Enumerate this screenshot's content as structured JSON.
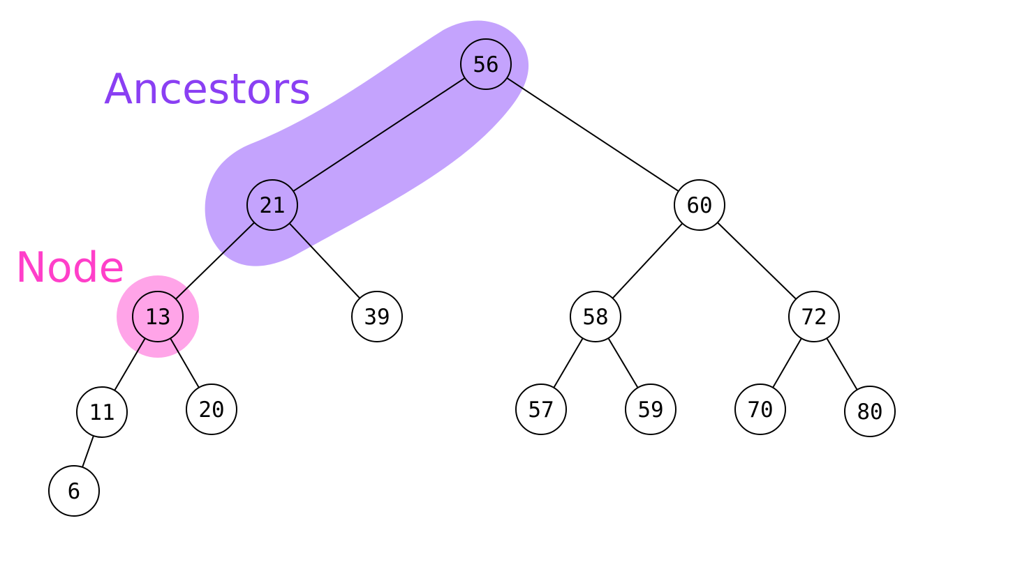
{
  "labels": {
    "ancestors": "Ancestors",
    "node": "Node"
  },
  "colors": {
    "ancestors_highlight": "#c4a3fd",
    "ancestors_text": "#8a3ff3",
    "node_highlight": "#ffa4e8",
    "node_text": "#ff3fc9",
    "edge": "#000000",
    "node_fill": "#ffffff",
    "node_stroke": "#000000"
  },
  "tree": {
    "root": "56",
    "nodes": [
      {
        "id": "56",
        "label": "56",
        "role": "ancestor"
      },
      {
        "id": "21",
        "label": "21",
        "role": "ancestor"
      },
      {
        "id": "60",
        "label": "60",
        "role": "none"
      },
      {
        "id": "13",
        "label": "13",
        "role": "node"
      },
      {
        "id": "39",
        "label": "39",
        "role": "none"
      },
      {
        "id": "58",
        "label": "58",
        "role": "none"
      },
      {
        "id": "72",
        "label": "72",
        "role": "none"
      },
      {
        "id": "11",
        "label": "11",
        "role": "none"
      },
      {
        "id": "20",
        "label": "20",
        "role": "none"
      },
      {
        "id": "57",
        "label": "57",
        "role": "none"
      },
      {
        "id": "59",
        "label": "59",
        "role": "none"
      },
      {
        "id": "70",
        "label": "70",
        "role": "none"
      },
      {
        "id": "80",
        "label": "80",
        "role": "none"
      },
      {
        "id": "6",
        "label": "6",
        "role": "none"
      }
    ],
    "edges": [
      {
        "from": "56",
        "to": "21"
      },
      {
        "from": "56",
        "to": "60"
      },
      {
        "from": "21",
        "to": "13"
      },
      {
        "from": "21",
        "to": "39"
      },
      {
        "from": "60",
        "to": "58"
      },
      {
        "from": "60",
        "to": "72"
      },
      {
        "from": "13",
        "to": "11"
      },
      {
        "from": "13",
        "to": "20"
      },
      {
        "from": "58",
        "to": "57"
      },
      {
        "from": "58",
        "to": "59"
      },
      {
        "from": "72",
        "to": "70"
      },
      {
        "from": "72",
        "to": "80"
      },
      {
        "from": "11",
        "to": "6"
      }
    ]
  }
}
